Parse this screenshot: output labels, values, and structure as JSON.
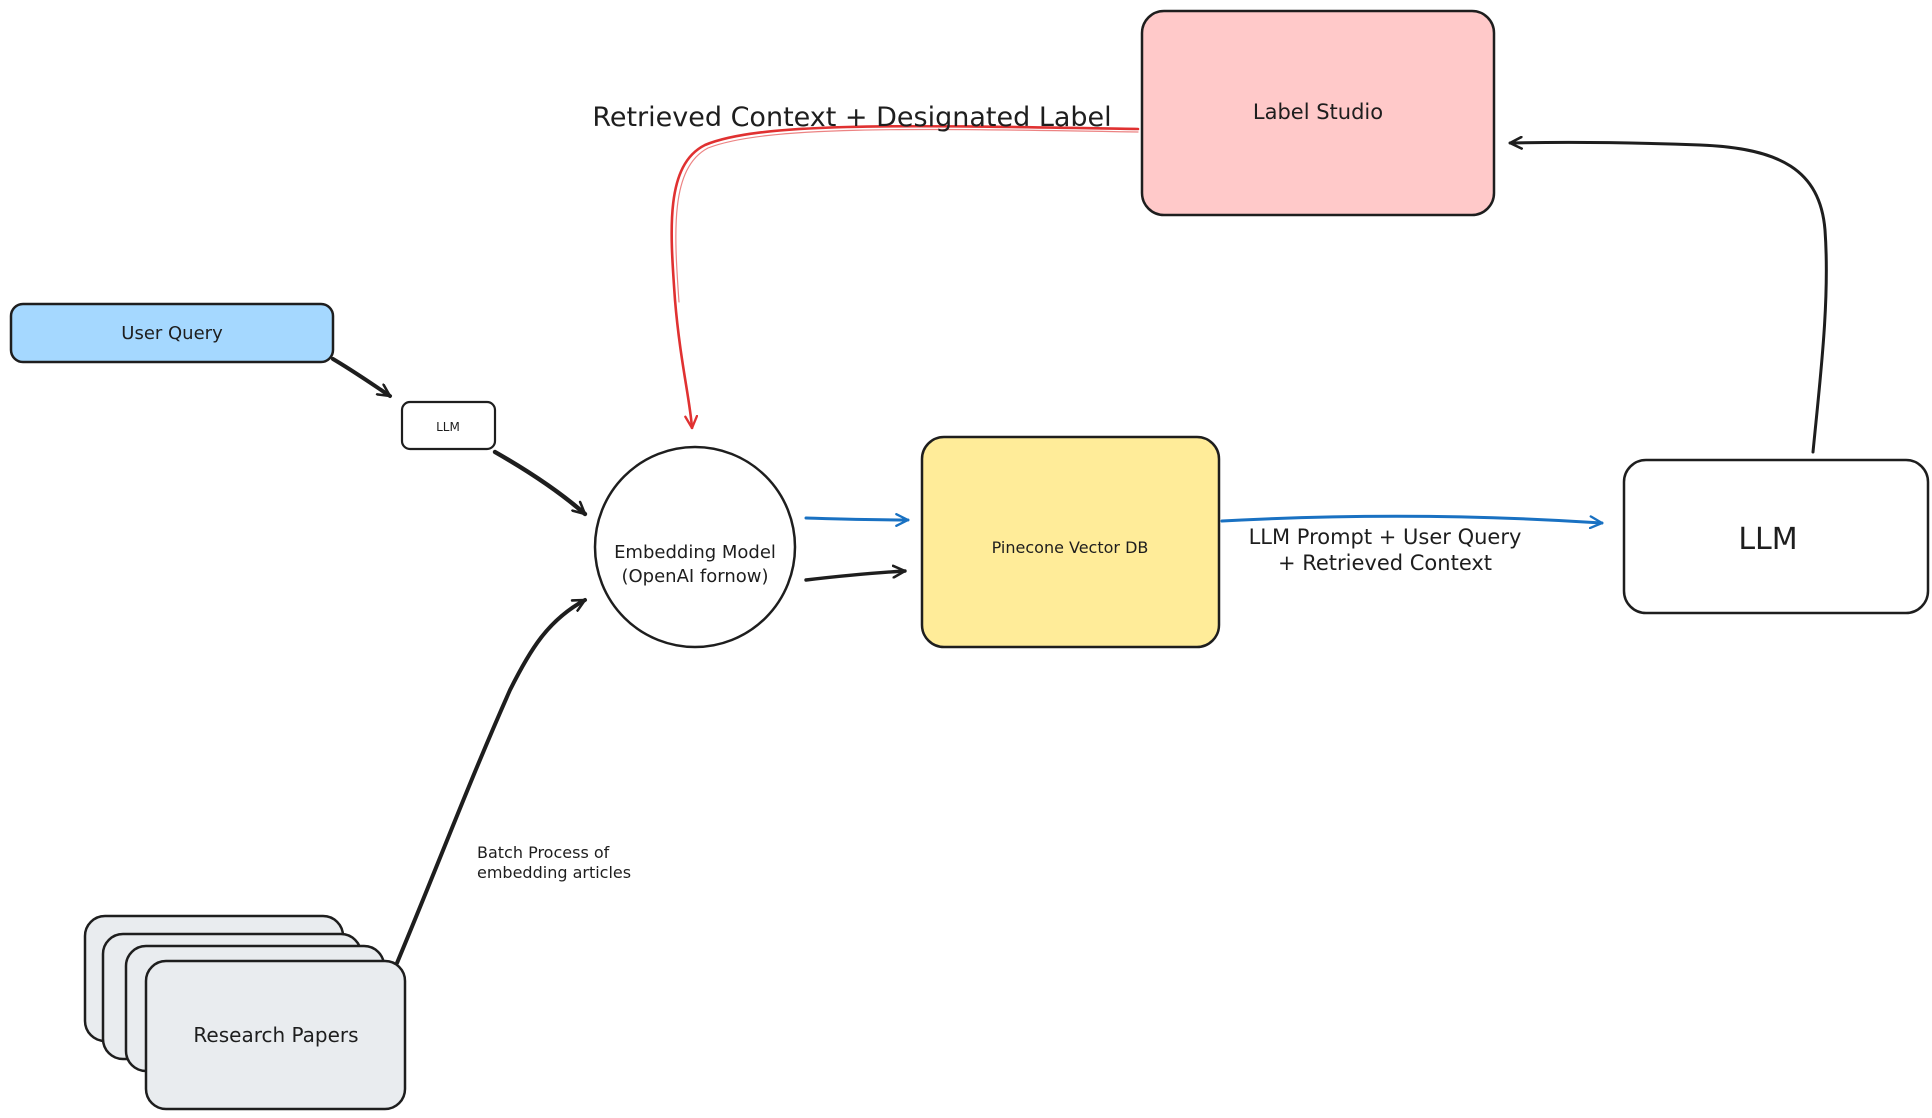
{
  "nodes": {
    "user_query": {
      "label": "User Query",
      "fill": "#a5d8ff"
    },
    "llm_small": {
      "label": "LLM",
      "fill": "#ffffff"
    },
    "embedding_model": {
      "line1": "Embedding Model",
      "line2": "(OpenAI fornow)",
      "fill": "#ffffff"
    },
    "pinecone": {
      "label": "Pinecone Vector DB",
      "fill": "#ffec99"
    },
    "llm_big": {
      "label": "LLM",
      "fill": "#ffffff"
    },
    "label_studio": {
      "label": "Label Studio",
      "fill": "#ffc9c9"
    },
    "research_papers": {
      "label": "Research Papers",
      "fill": "#e9ecef"
    }
  },
  "edges": {
    "label_to_embedding": {
      "label": "Retrieved Context + Designated Label",
      "color": "#e03131"
    },
    "pinecone_to_llm": {
      "line1": "LLM Prompt + User Query",
      "line2": "+ Retrieved Context",
      "color": "#1971c2"
    },
    "papers_to_embedding": {
      "line1": "Batch Process of",
      "line2": "embedding articles",
      "color": "#1e1e1e"
    },
    "embedding_to_pinecone_query": {
      "color": "#1971c2"
    },
    "embedding_to_pinecone_docs": {
      "color": "#1e1e1e"
    }
  },
  "colors": {
    "stroke": "#1e1e1e",
    "red_arrow": "#e03131",
    "blue_arrow": "#1971c2"
  }
}
